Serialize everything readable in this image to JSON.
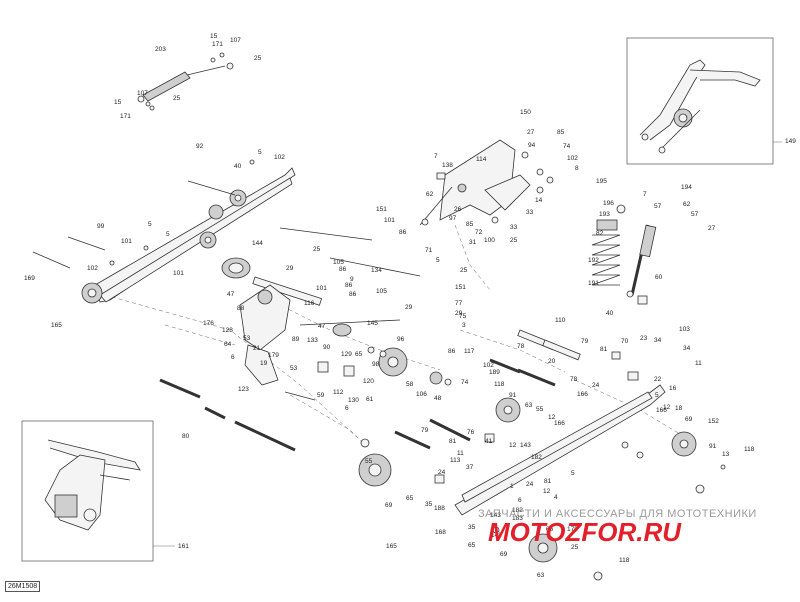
{
  "diagram_code": "26M1508",
  "watermark_text": "ЗАПЧАСТИ И АКСЕССУАРЫ ДЛЯ МОТОТЕХНИКИ",
  "brand_logo_text": "MOTOZFOR.RU",
  "colors": {
    "line": "#333333",
    "frame": "#666666",
    "logo": "#e3202a",
    "watermark": "#787878"
  },
  "part_numbers": [
    "203",
    "15",
    "171",
    "107",
    "25",
    "15",
    "107",
    "25",
    "171",
    "92",
    "40",
    "5",
    "102",
    "99",
    "5",
    "101",
    "5",
    "102",
    "169",
    "165",
    "101",
    "151",
    "101",
    "86",
    "144",
    "25",
    "29",
    "105",
    "86",
    "134",
    "101",
    "86",
    "9",
    "86",
    "105",
    "71",
    "151",
    "25",
    "5",
    "29",
    "47",
    "176",
    "128",
    "88",
    "116",
    "47",
    "53",
    "21",
    "89",
    "133",
    "64",
    "6",
    "179",
    "19",
    "53",
    "123",
    "59",
    "80",
    "145",
    "90",
    "129",
    "65",
    "96",
    "98",
    "112",
    "120",
    "130",
    "61",
    "6",
    "150",
    "27",
    "85",
    "114",
    "138",
    "94",
    "74",
    "102",
    "8",
    "7",
    "62",
    "14",
    "26",
    "97",
    "85",
    "33",
    "72",
    "100",
    "31",
    "25",
    "33",
    "195",
    "7",
    "196",
    "57",
    "193",
    "82",
    "194",
    "62",
    "57",
    "27",
    "192",
    "191",
    "40",
    "60",
    "149",
    "77",
    "29",
    "75",
    "3",
    "110",
    "79",
    "78",
    "20",
    "86",
    "117",
    "102",
    "189",
    "58",
    "106",
    "48",
    "74",
    "118",
    "91",
    "63",
    "55",
    "12",
    "78",
    "24",
    "166",
    "166",
    "81",
    "70",
    "23",
    "34",
    "103",
    "34",
    "11",
    "22",
    "16",
    "12",
    "5",
    "18",
    "69",
    "152",
    "91",
    "166",
    "118",
    "13",
    "79",
    "76",
    "81",
    "41",
    "113",
    "37",
    "11",
    "143",
    "182",
    "12",
    "55",
    "69",
    "65",
    "24",
    "1",
    "24",
    "81",
    "12",
    "4",
    "5",
    "188",
    "35",
    "168",
    "6",
    "65",
    "35",
    "143",
    "183",
    "182",
    "165",
    "69",
    "148",
    "65",
    "175",
    "25",
    "63",
    "118"
  ],
  "callouts": [
    {
      "id": "c1",
      "n": "203"
    },
    {
      "id": "c2",
      "n": "15"
    },
    {
      "id": "c3",
      "n": "171"
    },
    {
      "id": "c4",
      "n": "107"
    },
    {
      "id": "c5",
      "n": "25"
    },
    {
      "id": "c6",
      "n": "15"
    },
    {
      "id": "c7",
      "n": "107"
    },
    {
      "id": "c8",
      "n": "25"
    },
    {
      "id": "c9",
      "n": "171"
    },
    {
      "id": "c10",
      "n": "92"
    },
    {
      "id": "c11",
      "n": "40"
    },
    {
      "id": "c12",
      "n": "5"
    },
    {
      "id": "c13",
      "n": "102"
    },
    {
      "id": "c14",
      "n": "99"
    },
    {
      "id": "c15",
      "n": "5"
    },
    {
      "id": "c16",
      "n": "101"
    },
    {
      "id": "c17",
      "n": "5"
    },
    {
      "id": "c18",
      "n": "102"
    },
    {
      "id": "c19",
      "n": "169"
    },
    {
      "id": "c20",
      "n": "165"
    },
    {
      "id": "c21",
      "n": "101"
    },
    {
      "id": "c22",
      "n": "151"
    },
    {
      "id": "c23",
      "n": "101"
    },
    {
      "id": "c24",
      "n": "86"
    },
    {
      "id": "c25",
      "n": "144"
    },
    {
      "id": "c26",
      "n": "25"
    },
    {
      "id": "c27",
      "n": "29"
    },
    {
      "id": "c28",
      "n": "105"
    },
    {
      "id": "c29",
      "n": "86"
    },
    {
      "id": "c30",
      "n": "134"
    },
    {
      "id": "c31",
      "n": "101"
    },
    {
      "id": "c32",
      "n": "86"
    },
    {
      "id": "c33",
      "n": "9"
    },
    {
      "id": "c34",
      "n": "86"
    },
    {
      "id": "c35",
      "n": "105"
    },
    {
      "id": "c36",
      "n": "71"
    },
    {
      "id": "c37",
      "n": "151"
    },
    {
      "id": "c38",
      "n": "25"
    },
    {
      "id": "c39",
      "n": "5"
    },
    {
      "id": "c40",
      "n": "29"
    },
    {
      "id": "c41",
      "n": "47"
    },
    {
      "id": "c42",
      "n": "176"
    },
    {
      "id": "c43",
      "n": "128"
    },
    {
      "id": "c44",
      "n": "88"
    },
    {
      "id": "c45",
      "n": "116"
    },
    {
      "id": "c46",
      "n": "47"
    },
    {
      "id": "c47",
      "n": "53"
    },
    {
      "id": "c48",
      "n": "21"
    },
    {
      "id": "c49",
      "n": "89"
    },
    {
      "id": "c50",
      "n": "133"
    },
    {
      "id": "c51",
      "n": "64"
    },
    {
      "id": "c52",
      "n": "6"
    },
    {
      "id": "c53",
      "n": "179"
    },
    {
      "id": "c54",
      "n": "19"
    },
    {
      "id": "c55",
      "n": "53"
    },
    {
      "id": "c56",
      "n": "123"
    },
    {
      "id": "c57",
      "n": "59"
    },
    {
      "id": "c58",
      "n": "80"
    },
    {
      "id": "c59",
      "n": "145"
    },
    {
      "id": "c60",
      "n": "90"
    },
    {
      "id": "c61",
      "n": "129"
    },
    {
      "id": "c62",
      "n": "65"
    },
    {
      "id": "c63",
      "n": "96"
    },
    {
      "id": "c64",
      "n": "98"
    },
    {
      "id": "c65",
      "n": "112"
    },
    {
      "id": "c66",
      "n": "120"
    },
    {
      "id": "c67",
      "n": "130"
    },
    {
      "id": "c68",
      "n": "61"
    },
    {
      "id": "c69",
      "n": "6"
    },
    {
      "id": "c70",
      "n": "150"
    },
    {
      "id": "c71",
      "n": "27"
    },
    {
      "id": "c72",
      "n": "85"
    },
    {
      "id": "c73",
      "n": "114"
    },
    {
      "id": "c74",
      "n": "138"
    },
    {
      "id": "c75",
      "n": "94"
    },
    {
      "id": "c76",
      "n": "74"
    },
    {
      "id": "c77",
      "n": "102"
    },
    {
      "id": "c78",
      "n": "8"
    },
    {
      "id": "c79",
      "n": "7"
    },
    {
      "id": "c80",
      "n": "62"
    },
    {
      "id": "c81",
      "n": "14"
    },
    {
      "id": "c82",
      "n": "26"
    },
    {
      "id": "c83",
      "n": "97"
    },
    {
      "id": "c84",
      "n": "85"
    },
    {
      "id": "c85",
      "n": "33"
    },
    {
      "id": "c86",
      "n": "72"
    },
    {
      "id": "c87",
      "n": "100"
    },
    {
      "id": "c88",
      "n": "31"
    },
    {
      "id": "c89",
      "n": "25"
    },
    {
      "id": "c90",
      "n": "33"
    },
    {
      "id": "c91",
      "n": "195"
    },
    {
      "id": "c92",
      "n": "7"
    },
    {
      "id": "c93",
      "n": "196"
    },
    {
      "id": "c94",
      "n": "57"
    },
    {
      "id": "c95",
      "n": "193"
    },
    {
      "id": "c96",
      "n": "82"
    },
    {
      "id": "c97",
      "n": "194"
    },
    {
      "id": "c98",
      "n": "62"
    },
    {
      "id": "c99",
      "n": "57"
    },
    {
      "id": "c100",
      "n": "27"
    },
    {
      "id": "c101",
      "n": "192"
    },
    {
      "id": "c102",
      "n": "191"
    },
    {
      "id": "c103",
      "n": "40"
    },
    {
      "id": "c104",
      "n": "60"
    },
    {
      "id": "c105",
      "n": "149"
    },
    {
      "id": "c106",
      "n": "77"
    },
    {
      "id": "c107",
      "n": "29"
    },
    {
      "id": "c108",
      "n": "75"
    },
    {
      "id": "c109",
      "n": "3"
    },
    {
      "id": "c110",
      "n": "110"
    },
    {
      "id": "c111",
      "n": "79"
    },
    {
      "id": "c112",
      "n": "78"
    },
    {
      "id": "c113",
      "n": "20"
    },
    {
      "id": "c114",
      "n": "86"
    },
    {
      "id": "c115",
      "n": "117"
    },
    {
      "id": "c116",
      "n": "102"
    },
    {
      "id": "c117",
      "n": "189"
    },
    {
      "id": "c118",
      "n": "58"
    },
    {
      "id": "c119",
      "n": "106"
    },
    {
      "id": "c120",
      "n": "48"
    },
    {
      "id": "c121",
      "n": "74"
    },
    {
      "id": "c122",
      "n": "118"
    },
    {
      "id": "c123",
      "n": "91"
    },
    {
      "id": "c124",
      "n": "63"
    },
    {
      "id": "c125",
      "n": "55"
    },
    {
      "id": "c126",
      "n": "12"
    },
    {
      "id": "c127",
      "n": "78"
    },
    {
      "id": "c128",
      "n": "24"
    },
    {
      "id": "c129",
      "n": "166"
    },
    {
      "id": "c130",
      "n": "166"
    },
    {
      "id": "c131",
      "n": "81"
    },
    {
      "id": "c132",
      "n": "70"
    },
    {
      "id": "c133",
      "n": "23"
    },
    {
      "id": "c134",
      "n": "34"
    },
    {
      "id": "c135",
      "n": "103"
    },
    {
      "id": "c136",
      "n": "34"
    },
    {
      "id": "c137",
      "n": "11"
    },
    {
      "id": "c138",
      "n": "22"
    },
    {
      "id": "c139",
      "n": "16"
    },
    {
      "id": "c140",
      "n": "12"
    },
    {
      "id": "c141",
      "n": "5"
    },
    {
      "id": "c142",
      "n": "18"
    },
    {
      "id": "c143",
      "n": "69"
    },
    {
      "id": "c144",
      "n": "152"
    },
    {
      "id": "c145",
      "n": "91"
    },
    {
      "id": "c146",
      "n": "166"
    },
    {
      "id": "c147",
      "n": "118"
    },
    {
      "id": "c148",
      "n": "13"
    },
    {
      "id": "c149",
      "n": "79"
    },
    {
      "id": "c150",
      "n": "76"
    },
    {
      "id": "c151",
      "n": "81"
    },
    {
      "id": "c152",
      "n": "41"
    },
    {
      "id": "c153",
      "n": "113"
    },
    {
      "id": "c154",
      "n": "37"
    },
    {
      "id": "c155",
      "n": "11"
    },
    {
      "id": "c156",
      "n": "143"
    },
    {
      "id": "c157",
      "n": "182"
    },
    {
      "id": "c158",
      "n": "12"
    },
    {
      "id": "c159",
      "n": "55"
    },
    {
      "id": "c160",
      "n": "69"
    },
    {
      "id": "c161",
      "n": "65"
    },
    {
      "id": "c162",
      "n": "24"
    },
    {
      "id": "c163",
      "n": "1"
    },
    {
      "id": "c164",
      "n": "24"
    },
    {
      "id": "c165",
      "n": "81"
    },
    {
      "id": "c166",
      "n": "12"
    },
    {
      "id": "c167",
      "n": "4"
    },
    {
      "id": "c168",
      "n": "5"
    },
    {
      "id": "c169",
      "n": "188"
    },
    {
      "id": "c170",
      "n": "35"
    },
    {
      "id": "c171",
      "n": "168"
    },
    {
      "id": "c172",
      "n": "6"
    },
    {
      "id": "c173",
      "n": "65"
    },
    {
      "id": "c174",
      "n": "35"
    },
    {
      "id": "c175",
      "n": "143"
    },
    {
      "id": "c176",
      "n": "183"
    },
    {
      "id": "c177",
      "n": "182"
    },
    {
      "id": "c178",
      "n": "165"
    },
    {
      "id": "c179",
      "n": "69"
    },
    {
      "id": "c180",
      "n": "148"
    },
    {
      "id": "c181",
      "n": "65"
    },
    {
      "id": "c182",
      "n": "175"
    },
    {
      "id": "c183",
      "n": "25"
    },
    {
      "id": "c184",
      "n": "63"
    },
    {
      "id": "c185",
      "n": "118"
    },
    {
      "id": "c186",
      "n": "161"
    }
  ]
}
